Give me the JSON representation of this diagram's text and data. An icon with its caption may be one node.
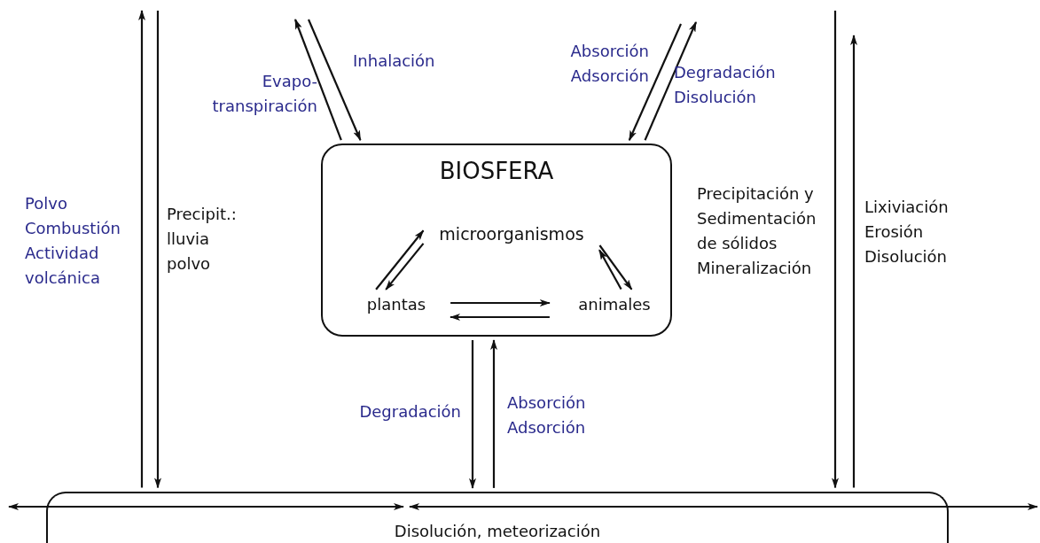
{
  "diagram": {
    "nodes": [
      {
        "text": [
          "BIOSFERA"
        ]
      },
      {
        "text": [
          "microorganismos"
        ],
        "in": 0
      },
      {
        "text": [
          "plantas"
        ],
        "in": 0
      },
      {
        "text": [
          "animales"
        ],
        "in": 0
      },
      {
        "text": [
          "Disolución, meteorización"
        ]
      }
    ],
    "edges": [
      {
        "from": 2,
        "to": 1,
        "arrow": "to"
      },
      {
        "from": 1,
        "to": 2,
        "arrow": "to"
      },
      {
        "from": 3,
        "to": 1,
        "arrow": "to"
      },
      {
        "from": 1,
        "to": 3,
        "arrow": "to"
      },
      {
        "from": 2,
        "to": 3,
        "arrow": "to"
      },
      {
        "from": 3,
        "to": 2,
        "arrow": "to"
      },
      {
        "from": 0,
        "to": null,
        "arrow": "to",
        "label": "Evapo- transpiración"
      },
      {
        "from": null,
        "to": 0,
        "arrow": "to",
        "label": "Inhalación"
      },
      {
        "from": null,
        "to": 0,
        "arrow": "to",
        "label": "Absorción Adsorción"
      },
      {
        "from": 0,
        "to": null,
        "arrow": "to",
        "label": "Degradación Disolución"
      },
      {
        "from": 0,
        "to": 4,
        "arrow": "to",
        "label": "Degradación"
      },
      {
        "from": 4,
        "to": 0,
        "arrow": "to",
        "label": "Absorción Adsorción"
      },
      {
        "from": 4,
        "to": null,
        "arrow": "to",
        "label": "Polvo Combustión Actividad volcánica"
      },
      {
        "from": null,
        "to": 4,
        "arrow": "to",
        "label": "Precipit.: lluvia polvo"
      },
      {
        "from": null,
        "to": 4,
        "arrow": "to",
        "label": "Precipitación y Sedimentación de sólidos Mineralización"
      },
      {
        "from": 4,
        "to": null,
        "arrow": "to",
        "label": "Lixiviación Erosión Disolución"
      },
      {
        "from": 4,
        "to": null,
        "arrow": "both"
      },
      {
        "from": 4,
        "to": null,
        "arrow": "both"
      }
    ]
  }
}
